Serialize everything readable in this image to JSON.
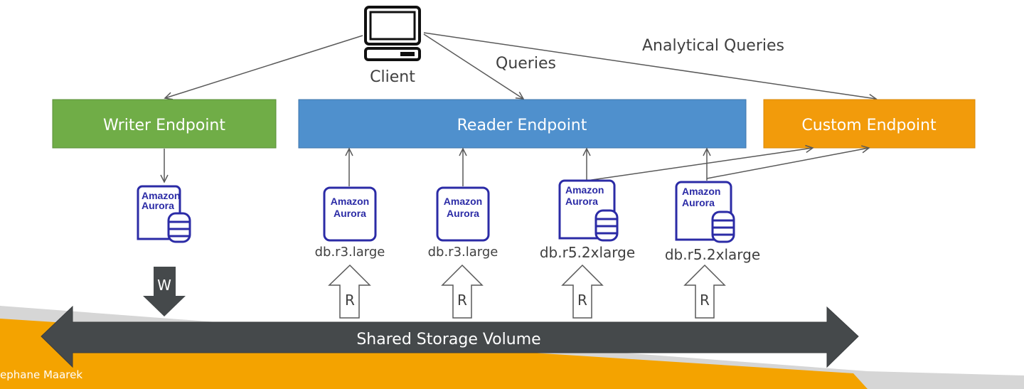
{
  "client": {
    "label": "Client",
    "icon": "computer-icon"
  },
  "edges": {
    "queries_label": "Queries",
    "analytical_queries_label": "Analytical Queries"
  },
  "endpoints": {
    "writer": {
      "label": "Writer Endpoint",
      "color": "#70AD47"
    },
    "reader": {
      "label": "Reader Endpoint",
      "color": "#4F90CD"
    },
    "custom": {
      "label": "Custom Endpoint",
      "color": "#F29B0B"
    }
  },
  "instances": [
    {
      "brand_line1": "Amazon",
      "brand_line2": "Aurora",
      "type": "",
      "role": "writer",
      "has_db_icon": true,
      "access": "W"
    },
    {
      "brand_line1": "Amazon",
      "brand_line2": "Aurora",
      "type": "db.r3.large",
      "role": "reader",
      "has_db_icon": false,
      "access": "R"
    },
    {
      "brand_line1": "Amazon",
      "brand_line2": "Aurora",
      "type": "db.r3.large",
      "role": "reader",
      "has_db_icon": false,
      "access": "R"
    },
    {
      "brand_line1": "Amazon",
      "brand_line2": "Aurora",
      "type": "db.r5.2xlarge",
      "role": "reader+custom",
      "has_db_icon": true,
      "access": "R"
    },
    {
      "brand_line1": "Amazon",
      "brand_line2": "Aurora",
      "type": "db.r5.2xlarge",
      "role": "reader+custom",
      "has_db_icon": true,
      "access": "R"
    }
  ],
  "storage": {
    "label": "Shared Storage Volume",
    "color": "#45494B"
  },
  "footer": {
    "author": "ephane Maarek"
  },
  "colors": {
    "aurora_blue": "#2B2BA6",
    "line": "#595959",
    "banner_orange": "#F4A300",
    "banner_gray": "#D6D6D6"
  }
}
